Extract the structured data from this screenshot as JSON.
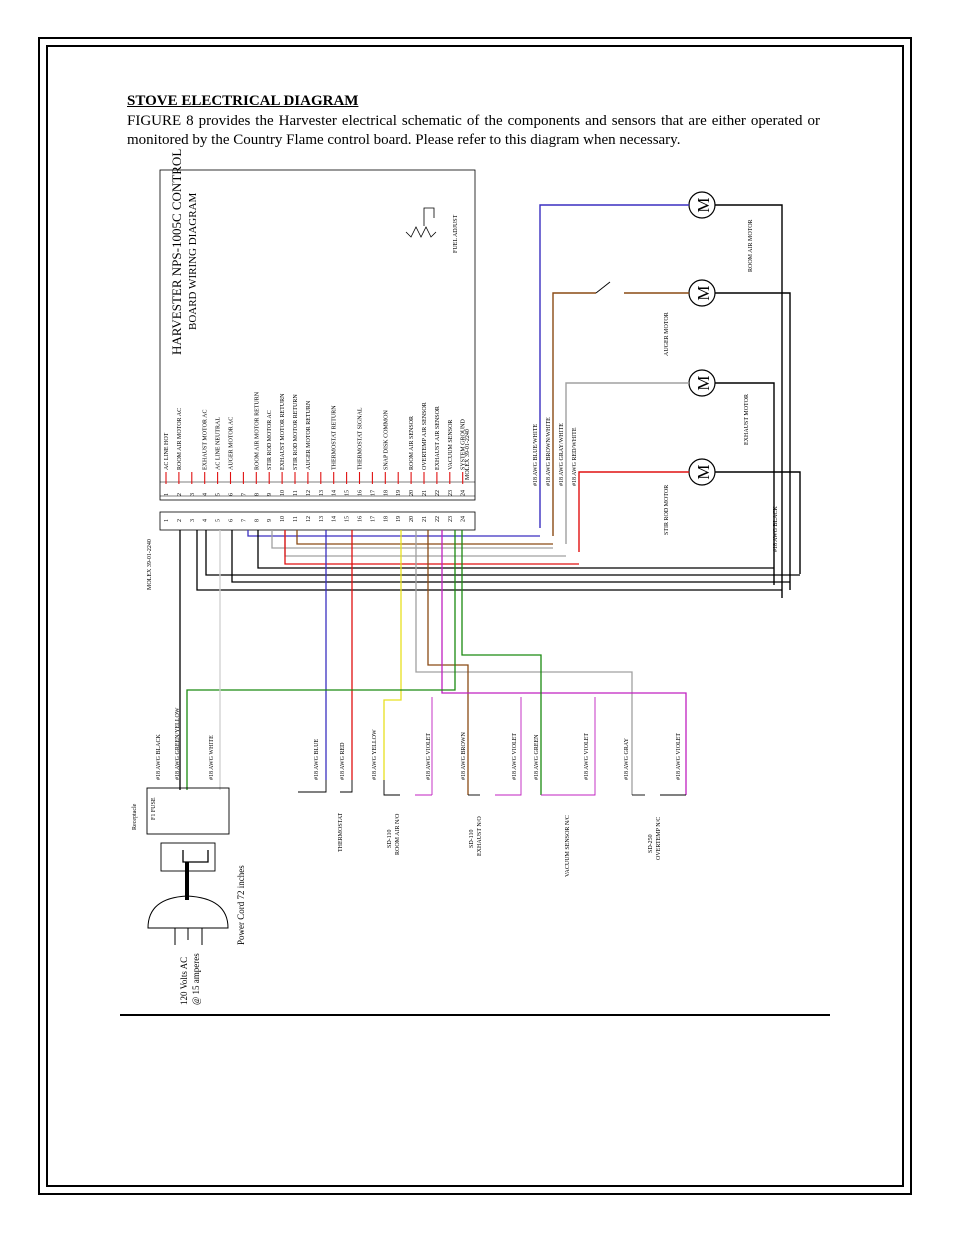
{
  "heading": "STOVE ELECTRICAL DIAGRAM",
  "paragraph": "FIGURE 8 provides the Harvester electrical schematic of the components and sensors that are either operated or monitored by the Country Flame control board. Please refer to this diagram when necessary.",
  "diagram": {
    "title_line1": "HARVESTER NPS-1005C CONTROL",
    "title_line2": "BOARD WIRING DIAGRAM",
    "fuel_adjust": "FUEL ADJUST",
    "pin_labels": [
      "AC LINE HOT",
      "ROOM AIR MOTOR AC",
      "",
      "EXHAUST MOTOR AC",
      "AC LINE NEUTRAL",
      "AUGER MOTOR AC",
      "",
      "ROOM AIR MOTOR RETURN",
      "STIR ROD MOTOR AC",
      "EXHAUST MOTOR RETURN",
      "STIR ROD MOTOR RETURN",
      "AUGER MOTOR RETURN",
      "",
      "THERMOSTAT RETURN",
      "",
      "THERMOSTAT SIGNAL",
      "",
      "SNAP DISK COMMON",
      "",
      "ROOM AIR SENSOR",
      "OVERTEMP AIR SENSOR",
      "EXHAUST AIR SENSOR",
      "VACUUM SENSOR",
      "SYSTEM GROUND"
    ],
    "pin_numbers": [
      "1",
      "2",
      "3",
      "4",
      "5",
      "6",
      "7",
      "8",
      "9",
      "10",
      "11",
      "12",
      "13",
      "14",
      "15",
      "16",
      "17",
      "18",
      "19",
      "20",
      "21",
      "22",
      "23",
      "24"
    ],
    "molex_top": "MOLEX 39-01-2240",
    "molex_bottom": "MOLEX 39-01-2240",
    "motors": {
      "room_air": "ROOM AIR MOTOR",
      "auger": "AUGER MOTOR",
      "exhaust": "EXHAUST MOTOR",
      "stir_rod": "STIR ROD MOTOR",
      "symbol": "M"
    },
    "wire_labels_right": [
      "#18 AWG BLUE/WHITE",
      "#18 AWG BROWN/WHITE",
      "#18 AWG GRAY/WHITE",
      "#18 AWG RED/WHITE"
    ],
    "wire_label_black_right": "#18 AWG BLACK",
    "wire_labels_left": [
      "#18 AWG BLACK",
      "#18 AWG GREEN/YELLOW",
      "#18 AWG WHITE"
    ],
    "wire_labels_bottom": [
      "#18 AWG BLUE",
      "#18 AWG RED",
      "#18 AWG YELLOW",
      "#18 AWG VIOLET",
      "#18 AWG BROWN",
      "#18 AWG VIOLET",
      "#18 AWG GREEN",
      "#18 AWG VIOLET",
      "#18 AWG GRAY",
      "#18 AWG VIOLET"
    ],
    "receptacle": "Receptacle",
    "fuse": "F1 FUSE",
    "power_cord": "Power Cord 72 inches",
    "volts_line1": "120 Volts AC",
    "volts_line2": "@ 15 amperes",
    "thermostat": "THERMOSTAT",
    "room_air_sw_1": "SD-110",
    "room_air_sw_2": "ROOM AIR N/O",
    "exhaust_sw_1": "SD-110",
    "exhaust_sw_2": "EXHAUST N/O",
    "vacuum_sw": "VACUUM SENSOR N/C",
    "overtemp_sw_1": "SD-250",
    "overtemp_sw_2": "OVERTEMP N/C"
  },
  "colors": {
    "blue": "#3a2fc0",
    "brown": "#8a4a14",
    "gray": "#a0a0a0",
    "red": "#e01010",
    "green": "#1a8a10",
    "yellow": "#e8e020",
    "violet": "#c020c0",
    "white_wire": "#d0d0d0",
    "pin_red": "#e01010"
  }
}
